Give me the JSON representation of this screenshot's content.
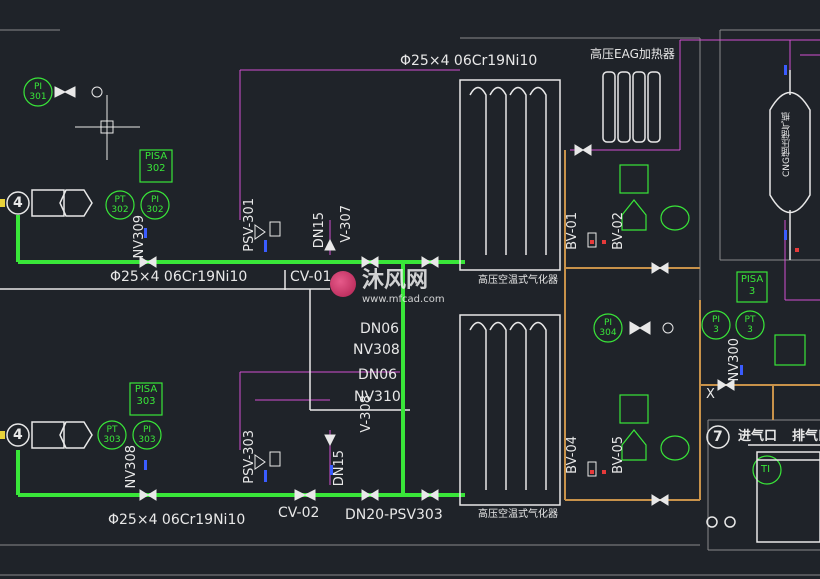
{
  "labels": {
    "pipe_spec_top": "Φ25×4 06Cr19Ni10",
    "pipe_spec_mid": "Φ25×4 06Cr19Ni10",
    "pipe_spec_bot": "Φ25×4 06Cr19Ni10",
    "heater_title": "高压EAG加热器",
    "cng_tank": "CNG储压储气瓶",
    "psv_301": "PSV-301",
    "psv_303": "PSV-303",
    "dn15_top": "DN15",
    "v_307": "V-307",
    "dn15_bot": "DN15",
    "v_308": "V-308",
    "cv_01": "CV-01",
    "cv_02": "CV-02",
    "nv_309": "NV309",
    "nv_308_left": "NV308",
    "dn06_a": "DN06",
    "nv_308": "NV308",
    "dn06_b": "DN06",
    "nv_310": "NV310",
    "dn20_bottom": "DN20-PSV303",
    "bv_01": "BV-01",
    "bv_02": "BV-02",
    "bv_04": "BV-04",
    "bv_05": "BV-05",
    "nv_300": "NV300",
    "vaporizer_top": "高压空温式气化器",
    "vaporizer_bot": "高压空温式气化器",
    "unit_4_top": "4",
    "unit_4_bot": "4",
    "unit_7": "7",
    "inlet": "进气口",
    "outlet": "排气口",
    "x_mark": "X",
    "ti": "TI"
  },
  "instruments": {
    "pisa_302": [
      "PISA",
      "302"
    ],
    "pisa_303": [
      "PISA",
      "303"
    ],
    "pisa_right": [
      "PISA",
      "3"
    ],
    "pt_302": [
      "PT",
      "302"
    ],
    "pi_302": [
      "PI",
      "302"
    ],
    "pt_303": [
      "PT",
      "303"
    ],
    "pi_303": [
      "PI",
      "303"
    ],
    "pi_right_a": [
      "PI",
      "3"
    ],
    "pt_right_b": [
      "PT",
      "3"
    ],
    "tag_top_left": [
      "PI",
      "301"
    ],
    "tag_mid": [
      "PI",
      "304"
    ]
  },
  "watermark": {
    "cn": "沐风网",
    "url": "www.mfcad.com"
  },
  "colors": {
    "background": "#1f2329",
    "main_pipe": "#39e639",
    "instrument": "#39e639",
    "magenta_line": "#d14fd1",
    "orange_line": "#c8924a",
    "white_line": "#e8e8e8",
    "valve_fill": "#e8e8e8",
    "accent_blue": "#3a5cff",
    "accent_red": "#e63a3a"
  }
}
